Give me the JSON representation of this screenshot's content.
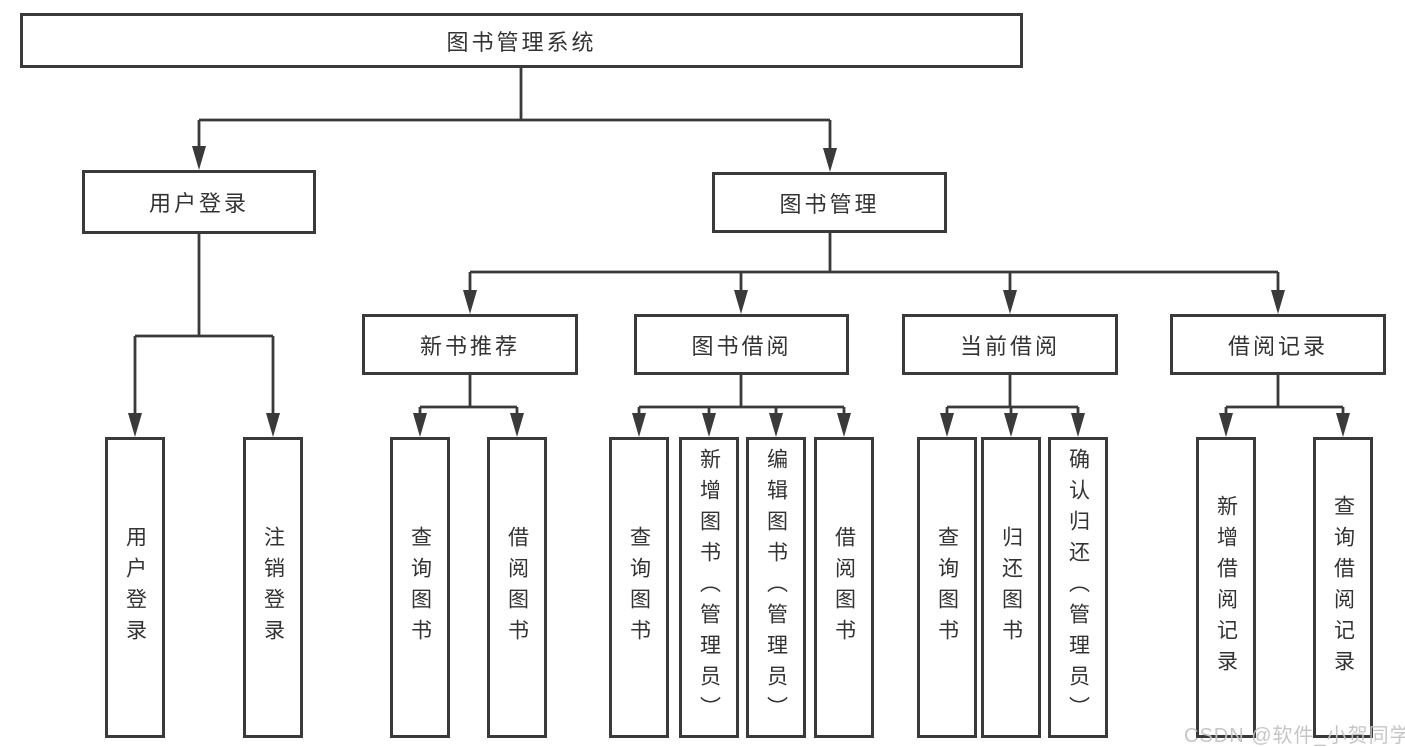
{
  "diagram": {
    "root": "图书管理系统",
    "branches": [
      {
        "label": "用户登录",
        "leaves": [
          "用户登录",
          "注销登录"
        ]
      },
      {
        "label": "图书管理",
        "groups": [
          {
            "label": "新书推荐",
            "leaves": [
              "查询图书",
              "借阅图书"
            ]
          },
          {
            "label": "图书借阅",
            "leaves": [
              "查询图书",
              "新增图书（管理员）",
              "编辑图书（管理员）",
              "借阅图书"
            ]
          },
          {
            "label": "当前借阅",
            "leaves": [
              "查询图书",
              "归还图书",
              "确认归还（管理员）"
            ]
          },
          {
            "label": "借阅记录",
            "leaves": [
              "新增借阅记录",
              "查询借阅记录"
            ]
          }
        ]
      }
    ]
  },
  "watermark": "CSDN @软件_小贺同学",
  "colors": {
    "line": "#3a3a3a",
    "text": "#333333",
    "watermark": "#c3c3c3",
    "background": "#ffffff"
  }
}
